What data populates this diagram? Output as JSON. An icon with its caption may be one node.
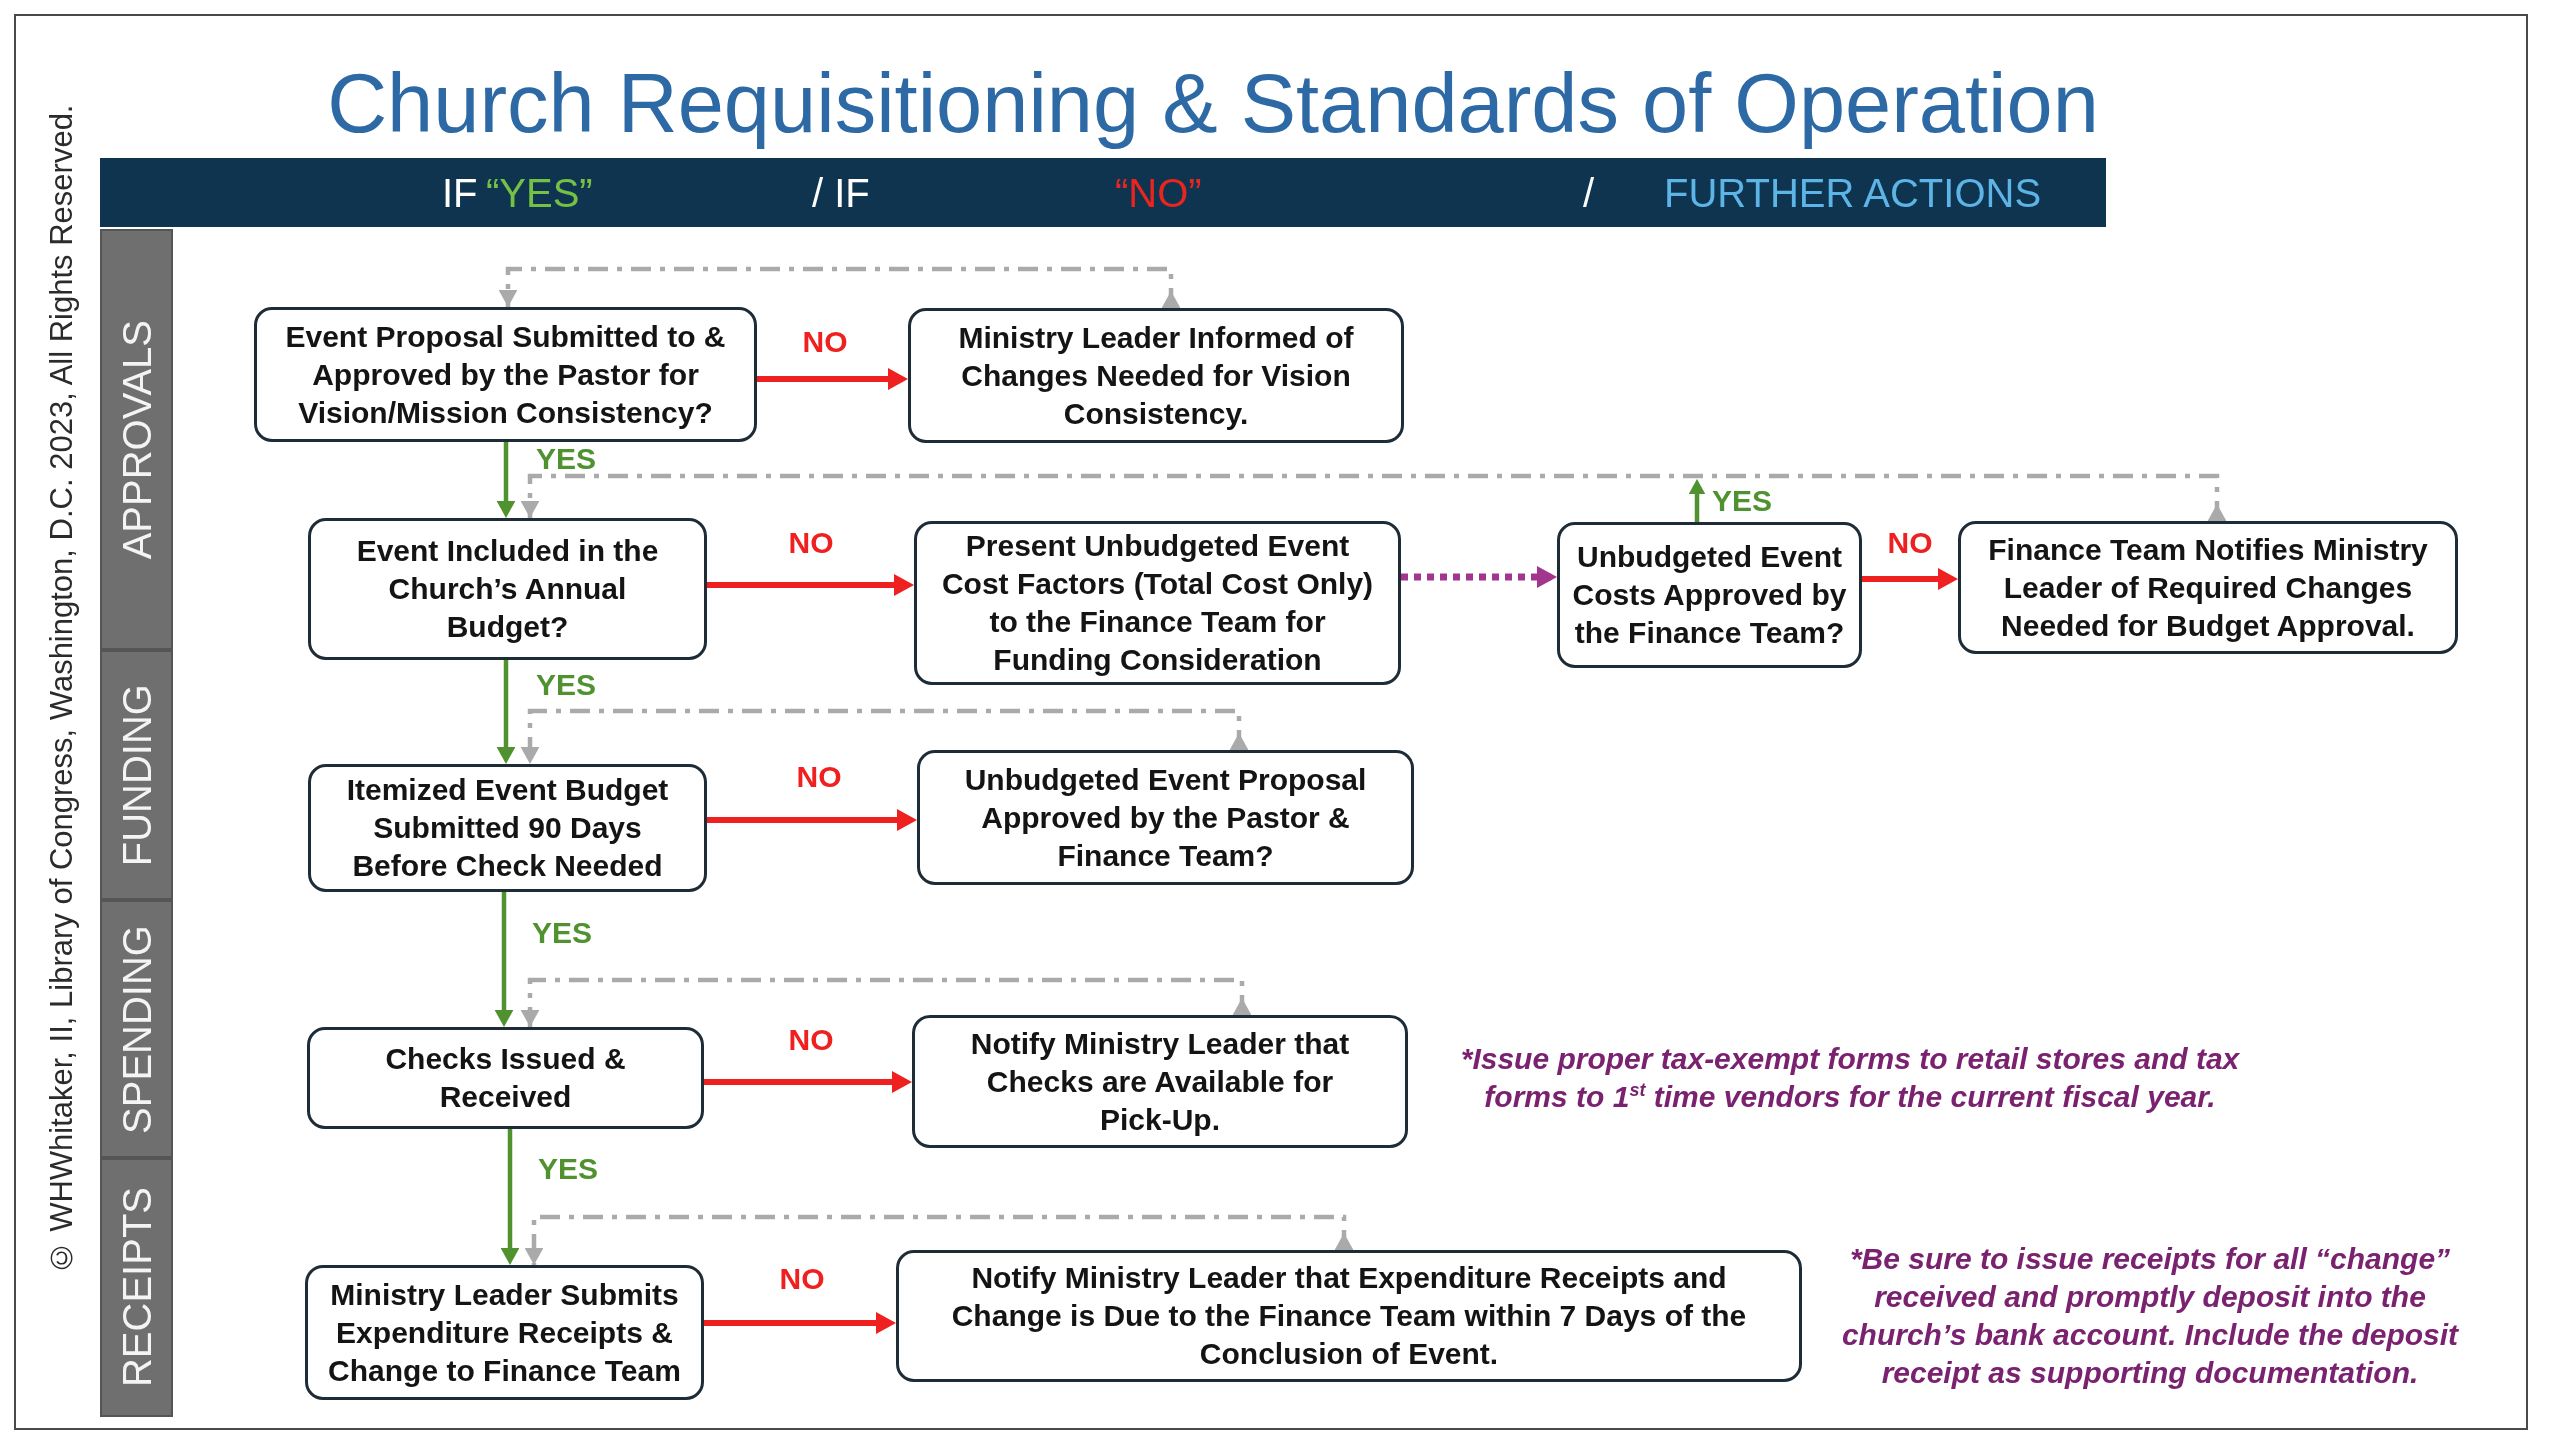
{
  "diagram": {
    "title": "Church Requisitioning & Standards of Operation",
    "nodes": [
      {
        "text": [
          "IF",
          "“YES”",
          "/ IF",
          "“NO”",
          "/",
          "FURTHER ACTIONS"
        ]
      },
      {
        "text": [
          "APPROVALS"
        ]
      },
      {
        "text": [
          "FUNDING"
        ]
      },
      {
        "text": [
          "SPENDING"
        ]
      },
      {
        "text": [
          "RECEIPTS"
        ]
      },
      {
        "text": [
          "Event Proposal Submitted to & Approved by the Pastor for Vision/Mission Consistency?"
        ]
      },
      {
        "text": [
          "Ministry Leader Informed of Changes Needed for Vision Consistency."
        ]
      },
      {
        "text": [
          "Event Included in the Church’s Annual Budget?"
        ]
      },
      {
        "text": [
          "Present Unbudgeted Event Cost Factors (Total Cost Only) to the Finance Team for Funding Consideration"
        ]
      },
      {
        "text": [
          "Unbudgeted Event Costs Approved by the Finance Team?"
        ]
      },
      {
        "text": [
          "Finance Team Notifies Ministry Leader of Required Changes Needed for Budget Approval."
        ]
      },
      {
        "text": [
          "Itemized Event Budget Submitted 90 Days Before Check Needed"
        ]
      },
      {
        "text": [
          "Unbudgeted Event Proposal Approved by the Pastor & Finance Team?"
        ]
      },
      {
        "text": [
          "Checks Issued & Received"
        ]
      },
      {
        "text": [
          "Notify Ministry Leader that Checks are Available for Pick-Up."
        ]
      },
      {
        "text": [
          "Ministry Leader Submits Expenditure Receipts & Change to Finance Team"
        ]
      },
      {
        "text": [
          "Notify Ministry Leader that Expenditure Receipts and Change is Due to the Finance Team within 7 Days of the Conclusion of Event."
        ]
      }
    ],
    "edges": [
      {
        "from": 5,
        "to": 6,
        "arrow": "to",
        "label": "NO"
      },
      {
        "from": 6,
        "to": 5,
        "arrow": "to",
        "style": "dashed",
        "color": "#aaaaaa"
      },
      {
        "from": 5,
        "to": 7,
        "arrow": "to",
        "label": "YES",
        "color": "#4f922f"
      },
      {
        "from": 7,
        "to": 8,
        "arrow": "to",
        "label": "NO"
      },
      {
        "from": 8,
        "to": 9,
        "arrow": "to",
        "style": "dashed",
        "color": "#a3358e"
      },
      {
        "from": 9,
        "to": 10,
        "arrow": "to",
        "label": "NO"
      },
      {
        "from": 9,
        "to": null,
        "arrow": "to",
        "label": "YES",
        "color": "#4f922f"
      },
      {
        "from": 10,
        "to": 7,
        "arrow": "to",
        "style": "dashed",
        "color": "#aaaaaa"
      },
      {
        "from": 7,
        "to": 11,
        "arrow": "to",
        "label": "YES",
        "color": "#4f922f"
      },
      {
        "from": 11,
        "to": 12,
        "arrow": "to",
        "label": "NO"
      },
      {
        "from": 12,
        "to": 11,
        "arrow": "to",
        "style": "dashed",
        "color": "#aaaaaa"
      },
      {
        "from": 11,
        "to": 13,
        "arrow": "to",
        "label": "YES",
        "color": "#4f922f"
      },
      {
        "from": 13,
        "to": 14,
        "arrow": "to",
        "label": "NO"
      },
      {
        "from": 14,
        "to": 13,
        "arrow": "to",
        "style": "dashed",
        "color": "#aaaaaa"
      },
      {
        "from": 13,
        "to": 15,
        "arrow": "to",
        "label": "YES",
        "color": "#4f922f"
      },
      {
        "from": 15,
        "to": 16,
        "arrow": "to",
        "label": "NO"
      },
      {
        "from": 16,
        "to": 15,
        "arrow": "to",
        "style": "dashed",
        "color": "#aaaaaa"
      }
    ],
    "labels": [
      "© WHWhitaker, II, Library of Congress, Washington, D.C. 2023, All Rights Reserved.",
      "*Issue proper tax-exempt forms to retail stores and tax forms to 1$^{st}$ time vendors for the current fiscal year.",
      "*Be sure to issue receipts for all “change” received and promptly deposit into the church’s bank account. Include the deposit receipt as supporting documentation."
    ]
  }
}
